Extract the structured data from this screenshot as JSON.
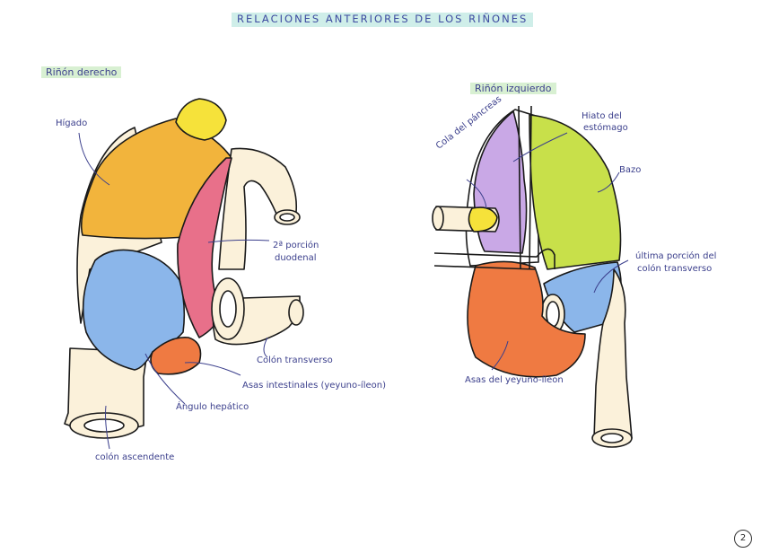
{
  "title": "RELACIONES ANTERIORES DE LOS RIÑONES",
  "right_kidney": {
    "heading": "Riñón derecho",
    "labels": {
      "liver": "Hígado",
      "duodenum_1": "2ª porción",
      "duodenum_2": "duodenal",
      "transverse_colon": "Colón transverso",
      "intestinal_loops": "Asas intestinales (yeyuno-íleon)",
      "hepatic_angle": "Ángulo hepático",
      "ascending_colon": "colón ascendente"
    }
  },
  "left_kidney": {
    "heading": "Riñón izquierdo",
    "labels": {
      "pancreas_tail": "Cola del páncreas",
      "gastric_hiatus_1": "Hiato del",
      "gastric_hiatus_2": "estómago",
      "spleen": "Bazo",
      "last_colon_1": "última porción del",
      "last_colon_2": "colón transverso",
      "jejunum_loops": "Asas del yeyuno-íleon"
    }
  },
  "page_number": "2",
  "colors": {
    "liver": "#f2b43c",
    "gallbladder": "#f6e23a",
    "duodenum": "#e8708a",
    "colon": "#fbf1da",
    "kidney_blue": "#8bb6ea",
    "loops_orange": "#ef7a42",
    "pancreas": "#c9a8e6",
    "spleen": "#c8e04a",
    "ink": "#3b3f8c"
  }
}
